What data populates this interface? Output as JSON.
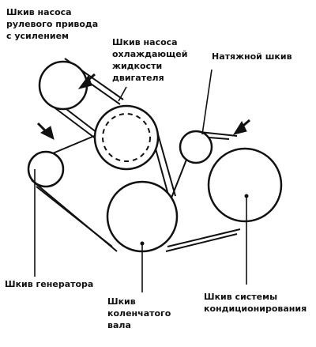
{
  "labels": {
    "power_steering_pulley": "Шкив насоса\nрулевого привода\nс усилением",
    "coolant_pump_pulley": "Шкив насоса\nохлаждающей\nжидкости\nдвигателя",
    "tensioner_pulley": "Натяжной шкив",
    "alternator_pulley": "Шкив генератора",
    "crankshaft_pulley": "Шкив\nколенчатого\nвала",
    "ac_pulley": "Шкив системы\nкондиционирования"
  },
  "colors": {
    "ink": "#111111",
    "background": "#ffffff"
  }
}
